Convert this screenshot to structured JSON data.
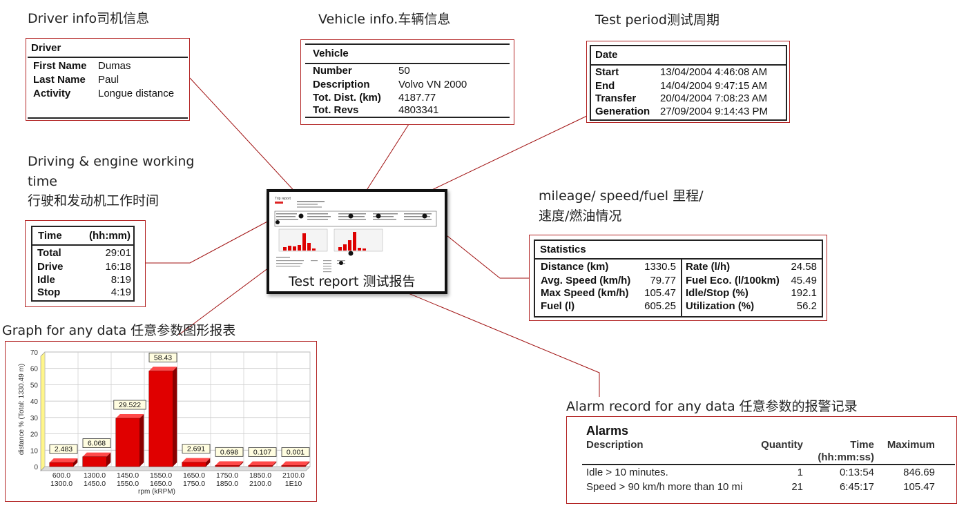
{
  "captions": {
    "driver": "Driver info司机信息",
    "vehicle": "Vehicle info.车辆信息",
    "period": "Test period测试周期",
    "driving_line1": "Driving & engine working",
    "driving_line2": "time",
    "driving_line3": "行驶和发动机工作时间",
    "stats_line1": "mileage/ speed/fuel 里程/",
    "stats_line2": "速度/燃油情况",
    "graph": "Graph for any data 任意参数图形报表",
    "alarm": "Alarm record for any data 任意参数的报警记录",
    "report": "Test report 测试报告"
  },
  "driver": {
    "title": "Driver",
    "rows": [
      {
        "label": "First Name",
        "value": "Dumas"
      },
      {
        "label": "Last Name",
        "value": "Paul"
      },
      {
        "label": "Activity",
        "value": "Longue distance"
      }
    ]
  },
  "vehicle": {
    "title": "Vehicle",
    "rows": [
      {
        "label": "Number",
        "value": "50"
      },
      {
        "label": "Description",
        "value": "Volvo VN 2000"
      },
      {
        "label": "Tot. Dist. (km)",
        "value": "4187.77"
      },
      {
        "label": "Tot. Revs",
        "value": "4803341"
      }
    ]
  },
  "date": {
    "title": "Date",
    "rows": [
      {
        "label": "Start",
        "value": "13/04/2004 4:46:08 AM"
      },
      {
        "label": "End",
        "value": "14/04/2004 9:47:15 AM"
      },
      {
        "label": "Transfer",
        "value": "20/04/2004 7:08:23 AM"
      },
      {
        "label": "Generation",
        "value": "27/09/2004 9:14:43 PM"
      }
    ]
  },
  "time": {
    "title": "Time",
    "unit": "(hh:mm)",
    "rows": [
      {
        "label": "Total",
        "value": "29:01"
      },
      {
        "label": "Drive",
        "value": "16:18"
      },
      {
        "label": "Idle",
        "value": "8:19"
      },
      {
        "label": "Stop",
        "value": "4:19"
      }
    ]
  },
  "statistics": {
    "title": "Statistics",
    "left": [
      {
        "label": "Distance (km)",
        "value": "1330.5"
      },
      {
        "label": "Avg. Speed (km/h)",
        "value": "79.77"
      },
      {
        "label": "Max Speed (km/h)",
        "value": "105.47"
      },
      {
        "label": "Fuel (l)",
        "value": "605.25"
      }
    ],
    "right": [
      {
        "label": "Rate (l/h)",
        "value": "24.58"
      },
      {
        "label": "Fuel Eco. (l/100km)",
        "value": "45.49"
      },
      {
        "label": "Idle/Stop (%)",
        "value": "192.1"
      },
      {
        "label": "Utilization (%)",
        "value": "56.2"
      }
    ]
  },
  "alarms": {
    "title": "Alarms",
    "headers": {
      "description": "Description",
      "quantity": "Quantity",
      "time": "Time",
      "time_unit": "(hh:mm:ss)",
      "maximum": "Maximum"
    },
    "rows": [
      {
        "description": "Idle > 10 minutes.",
        "quantity": "1",
        "time": "0:13:54",
        "maximum": "846.69"
      },
      {
        "description": "Speed > 90 km/h more than 10 mi",
        "quantity": "21",
        "time": "6:45:17",
        "maximum": "105.47"
      }
    ]
  },
  "thumbnail": {
    "title": "Trip report"
  },
  "chart_data": {
    "type": "bar",
    "ylabel": "distance % (Total: 1330.49 m)",
    "xlabel": "rpm (kRPM)",
    "ylim": [
      0,
      70
    ],
    "yticks": [
      0,
      10,
      20,
      30,
      40,
      50,
      60,
      70
    ],
    "categories": [
      {
        "top": "600.0",
        "bottom": "1300.0"
      },
      {
        "top": "1300.0",
        "bottom": "1450.0"
      },
      {
        "top": "1450.0",
        "bottom": "1550.0"
      },
      {
        "top": "1550.0",
        "bottom": "1650.0"
      },
      {
        "top": "1650.0",
        "bottom": "1750.0"
      },
      {
        "top": "1750.0",
        "bottom": "1850.0"
      },
      {
        "top": "1850.0",
        "bottom": "2100.0"
      },
      {
        "top": "2100.0",
        "bottom": "1E10"
      }
    ],
    "values": [
      2.483,
      6.068,
      29.522,
      58.43,
      2.691,
      0.698,
      0.107,
      0.001
    ],
    "value_labels": [
      "2.483",
      "6.068",
      "29.522",
      "58.43",
      "2.691",
      "0.698",
      "0.107",
      "0.001"
    ],
    "bar_color": "#e00000",
    "grid": true
  },
  "colors": {
    "connector": "#a01010",
    "panel_border": "#b22222",
    "bar": "#e00000"
  }
}
